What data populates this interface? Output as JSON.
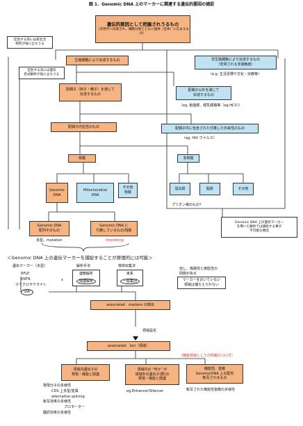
{
  "title": "図 1．Genomic DNA 上のマーカーに関連する遺伝的要因の捕捉",
  "top_box": {
    "title": "遺伝的要因として把握されうるもの",
    "subtitle": "（次世代へ伝達され、細胞分裂とともに個体（全体）に広まるもの）"
  },
  "notes": {
    "difficult": [
      "区別する為には系生活",
      "研究が役に立ちうる"
    ],
    "possible": [
      "区別する為には遺伝",
      "形式解析が役に立ちうる"
    ],
    "right_box": [
      "Genomic DNA 上の遺伝マーカー",
      "を用いた解析では捕捉する事が",
      "不可能な要因"
    ],
    "prion": "プリオン様のもの？"
  },
  "boxes": {
    "non_germline": "生殖細胞により伝達するもの",
    "germline_nonbio": [
      "非生殖細胞により伝達するもの",
      "（非常される非接触者）"
    ],
    "germline_nonbio_eg": "（e.g. 生活習慣や文化・宗教等）",
    "gamete": [
      "配偶子（卵子・精子）を通じて",
      "伝達するもの"
    ],
    "gamete_sub": [
      "配偶子以外を通じて",
      "伝達するもの"
    ],
    "gamete_sub_eg": "（eg. 胎盤経、経乳経路等（eg.HCV））",
    "intrinsic": "配偶子内在性のもの",
    "extrinsic": "配偶子内に包含された付着した外来性のもの",
    "extrinsic_eg": "（eg. HIV ウイルス）",
    "nucleic": "核酸",
    "nucleic2": "非核酸",
    "genomic": [
      "Genomic",
      "DNA"
    ],
    "mito": [
      "Mitochondrial",
      "DNA"
    ],
    "other1": [
      "その他",
      "核酸"
    ],
    "protein": "蛋白質",
    "lipid": "脂質",
    "other2": "その他",
    "seq": [
      "Genomic DNA",
      "配列そのもの"
    ],
    "attached": [
      "Genomic DNA に",
      "付着しているもの/現象"
    ],
    "seq_eg": "多型、mutation",
    "attached_eg": "Imprinting"
  },
  "principle": "＜Genomic DNA 上の遺伝マーカーを捕捉することが原理的には可能＞",
  "markers": {
    "label": "遺伝マーカー（多型）",
    "items": [
      "RFLP",
      "VNTR",
      "マイクロサテライト",
      "SNP"
    ],
    "mark": "x"
  },
  "method": {
    "label": "解析手法",
    "items": [
      "連鎖解析",
      "関連解析"
    ]
  },
  "sample": {
    "label": "検体収集法",
    "items": [
      "家系",
      "一般集団"
    ]
  },
  "caveat1": [
    "但し、偽陽性と偽陰性の",
    "問題がある"
  ],
  "caveat2": [
    "マーカーをおいていない",
    "領域は捕らえられない"
  ],
  "assoc_markers": "associated　markers の検出",
  "region_label": "領域設定",
  "assoc_loci": "associated　loci（領域）",
  "func_note": "（機能領域としての情報のつけ方）",
  "bottom": {
    "b1": [
      "領域内遺伝子の",
      "発現・機能と関連"
    ],
    "b2": [
      "領域内の \"何か\" が",
      "領域外の遺伝子(群)の",
      "発現・機能と関連"
    ],
    "b3": [
      "機能性、抜散",
      "GenomicDNA 上の配列",
      "転写されるもの"
    ],
    "b1_list": [
      "発現分子の多様性",
      "CDS 上多型/変異",
      "alternative splicing",
      "転写効率の多様性",
      "プロモーター",
      "翻訳効率の多様性"
    ],
    "b2_note": "eg.Enhancer/Silencer",
    "b3_note": "転写された機能性抜散の多様性"
  },
  "colors": {
    "orange": "#f6b483",
    "blue": "#bfe3f2",
    "red": "#cc3333"
  }
}
